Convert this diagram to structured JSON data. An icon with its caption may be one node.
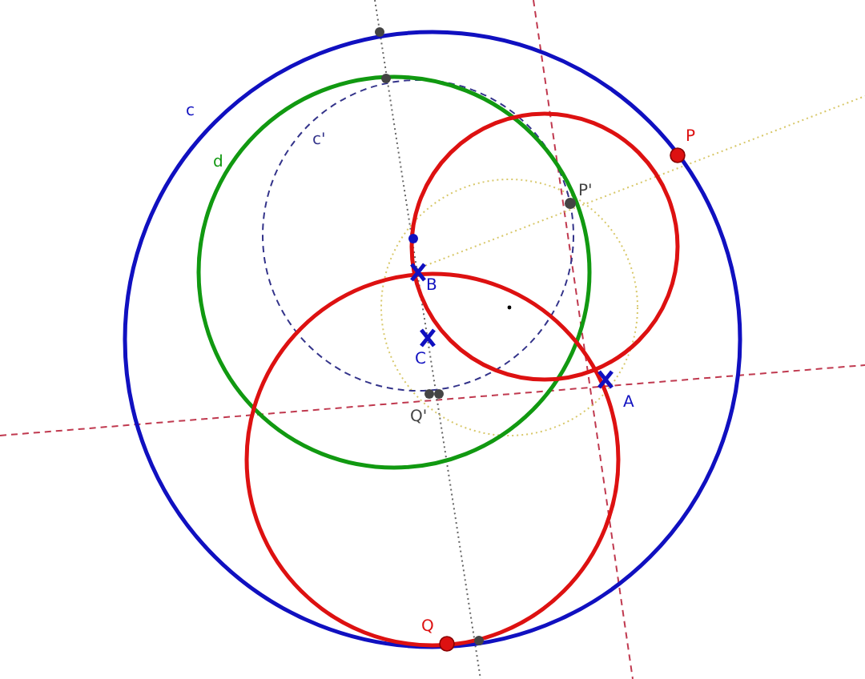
{
  "diagram": {
    "labels": [
      "c",
      "P",
      "d",
      "c'",
      "P'",
      "B",
      "C",
      "Q'",
      "A",
      "Q"
    ]
  }
}
